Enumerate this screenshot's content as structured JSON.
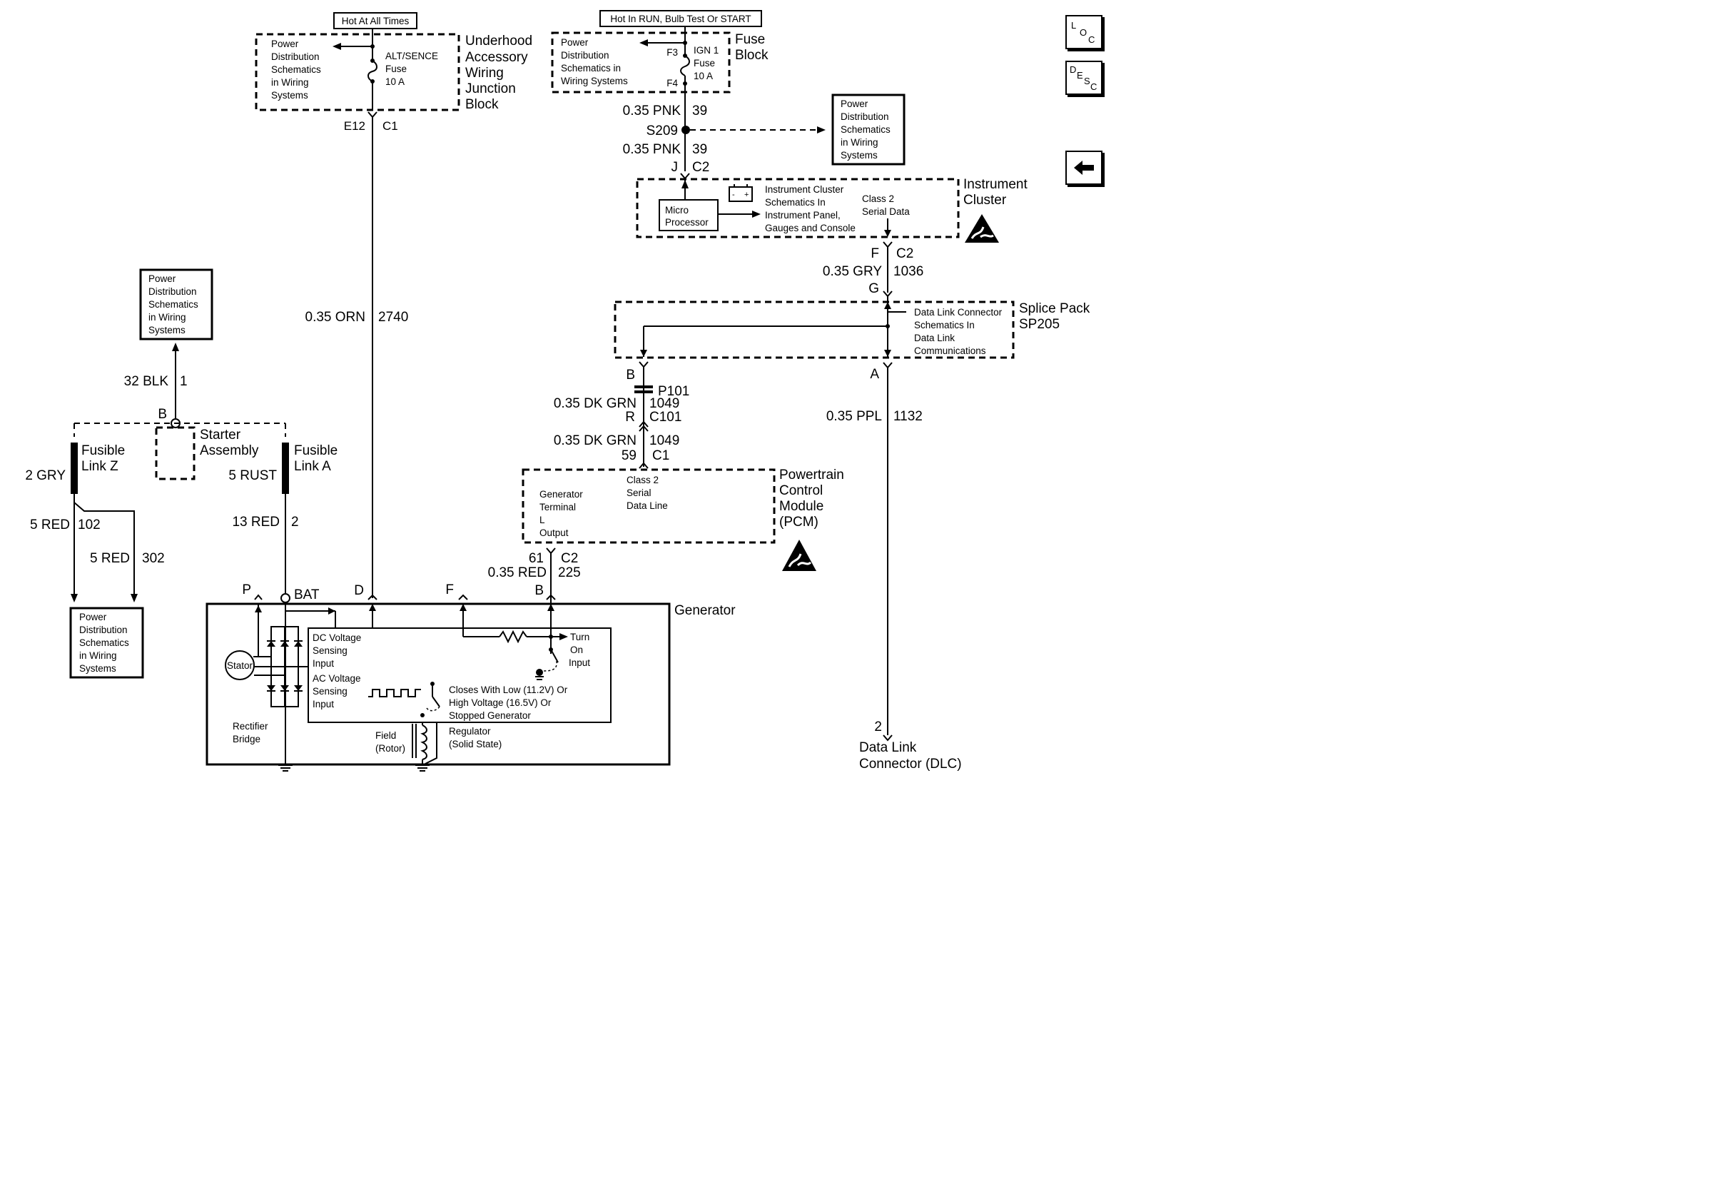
{
  "top_labels": {
    "hot_at_all_times": "Hot At All Times",
    "hot_in_run": "Hot In RUN, Bulb Test Or START"
  },
  "power_distribution_lines": [
    "Power",
    "Distribution",
    "Schematics",
    "in Wiring",
    "Systems"
  ],
  "power_distribution_alt_lines": [
    "Power",
    "Distribution",
    "Schematics in",
    "Wiring Systems"
  ],
  "underhood": {
    "title_lines": [
      "Underhood",
      "Accessory",
      "Wiring",
      "Junction",
      "Block"
    ],
    "fuse_lines": [
      "ALT/SENCE",
      "Fuse",
      "10 A"
    ],
    "connector_left": "E12",
    "connector_right": "C1"
  },
  "fuse_block": {
    "title_lines": [
      "Fuse",
      "Block"
    ],
    "fuse_lines": [
      "IGN 1",
      "Fuse",
      "10 A"
    ],
    "pin_top": "F3",
    "pin_bottom": "F4"
  },
  "wires": {
    "pnk_a": "0.35 PNK",
    "pnk_a_circuit": "39",
    "splice_s209": "S209",
    "pnk_b": "0.35 PNK",
    "pnk_b_circuit": "39",
    "orn": "0.35 ORN",
    "orn_circuit": "2740",
    "gry_small": "0.35 GRY",
    "gry_small_circuit": "1036",
    "dkgrn_a": "0.35 DK GRN",
    "dkgrn_a_circuit": "1049",
    "dkgrn_b": "0.35 DK GRN",
    "dkgrn_b_circuit": "1049",
    "ppl": "0.35 PPL",
    "ppl_circuit": "1132",
    "blk": "32 BLK",
    "blk_circuit": "1",
    "gry_big": "2 GRY",
    "rust": "5 RUST",
    "red_13": "13 RED",
    "red_13_circuit": "2",
    "red_5a": "5 RED",
    "red_5a_circuit": "102",
    "red_5b": "5 RED",
    "red_5b_circuit": "302",
    "red_035": "0.35 RED",
    "red_035_circuit": "225"
  },
  "instrument_cluster": {
    "title_lines": [
      "Instrument",
      "Cluster"
    ],
    "connector_j": "J",
    "connector_c2": "C2",
    "micro_lines": [
      "Micro",
      "Processor"
    ],
    "schematics_lines": [
      "Instrument Cluster",
      "Schematics In",
      "Instrument Panel,",
      "Gauges and Console"
    ],
    "class2_lines": [
      "Class 2",
      "Serial Data"
    ],
    "pin_f": "F",
    "pin_f_conn": "C2",
    "pin_g": "G"
  },
  "splice_pack": {
    "title_lines": [
      "Splice Pack",
      "SP205"
    ],
    "dlc_lines": [
      "Data Link Connector",
      "Schematics In",
      "Data Link",
      "Communications"
    ],
    "pin_b": "B",
    "pin_a": "A",
    "p101": "P101",
    "pin_r": "R",
    "c101": "C101",
    "pin_59": "59",
    "c1": "C1"
  },
  "pcm": {
    "title_lines": [
      "Powertrain",
      "Control",
      "Module",
      "(PCM)"
    ],
    "gen_lines": [
      "Generator",
      "Terminal",
      "L",
      "Output"
    ],
    "class2_lines": [
      "Class 2",
      "Serial",
      "Data Line"
    ],
    "pin_61": "61",
    "c2": "C2"
  },
  "starter": {
    "pin_b": "B",
    "title_lines": [
      "Starter",
      "Assembly"
    ],
    "fusible_z_lines": [
      "Fusible",
      "Link Z"
    ],
    "fusible_a_lines": [
      "Fusible",
      "Link A"
    ]
  },
  "generator": {
    "title": "Generator",
    "terminals": {
      "p": "P",
      "bat": "BAT",
      "d": "D",
      "f": "F",
      "b": "B"
    },
    "stator": "Stator",
    "rectifier_lines": [
      "Rectifier",
      "Bridge"
    ],
    "dc_lines": [
      "DC Voltage",
      "Sensing",
      "Input"
    ],
    "ac_lines": [
      "AC Voltage",
      "Sensing",
      "Input"
    ],
    "turn_on_lines": [
      "Turn",
      "On",
      "Input"
    ],
    "closes_lines": [
      "Closes With Low (11.2V) Or",
      "High Voltage (16.5V) Or",
      "Stopped Generator"
    ],
    "field_lines": [
      "Field",
      "(Rotor)"
    ],
    "regulator_lines": [
      "Regulator",
      "(Solid State)"
    ]
  },
  "dlc": {
    "pin": "2",
    "title_lines": [
      "Data Link",
      "Connector (DLC)"
    ]
  },
  "nav": {
    "loc_lines": [
      "L",
      "O",
      "C"
    ],
    "desc_lines": [
      "D",
      "E",
      "S",
      "C"
    ]
  },
  "colors": {
    "ink": "#000000",
    "paper": "#ffffff"
  },
  "icons": [
    "esd-warning-icon",
    "battery-icon",
    "ground-icon",
    "back-arrow-icon"
  ]
}
